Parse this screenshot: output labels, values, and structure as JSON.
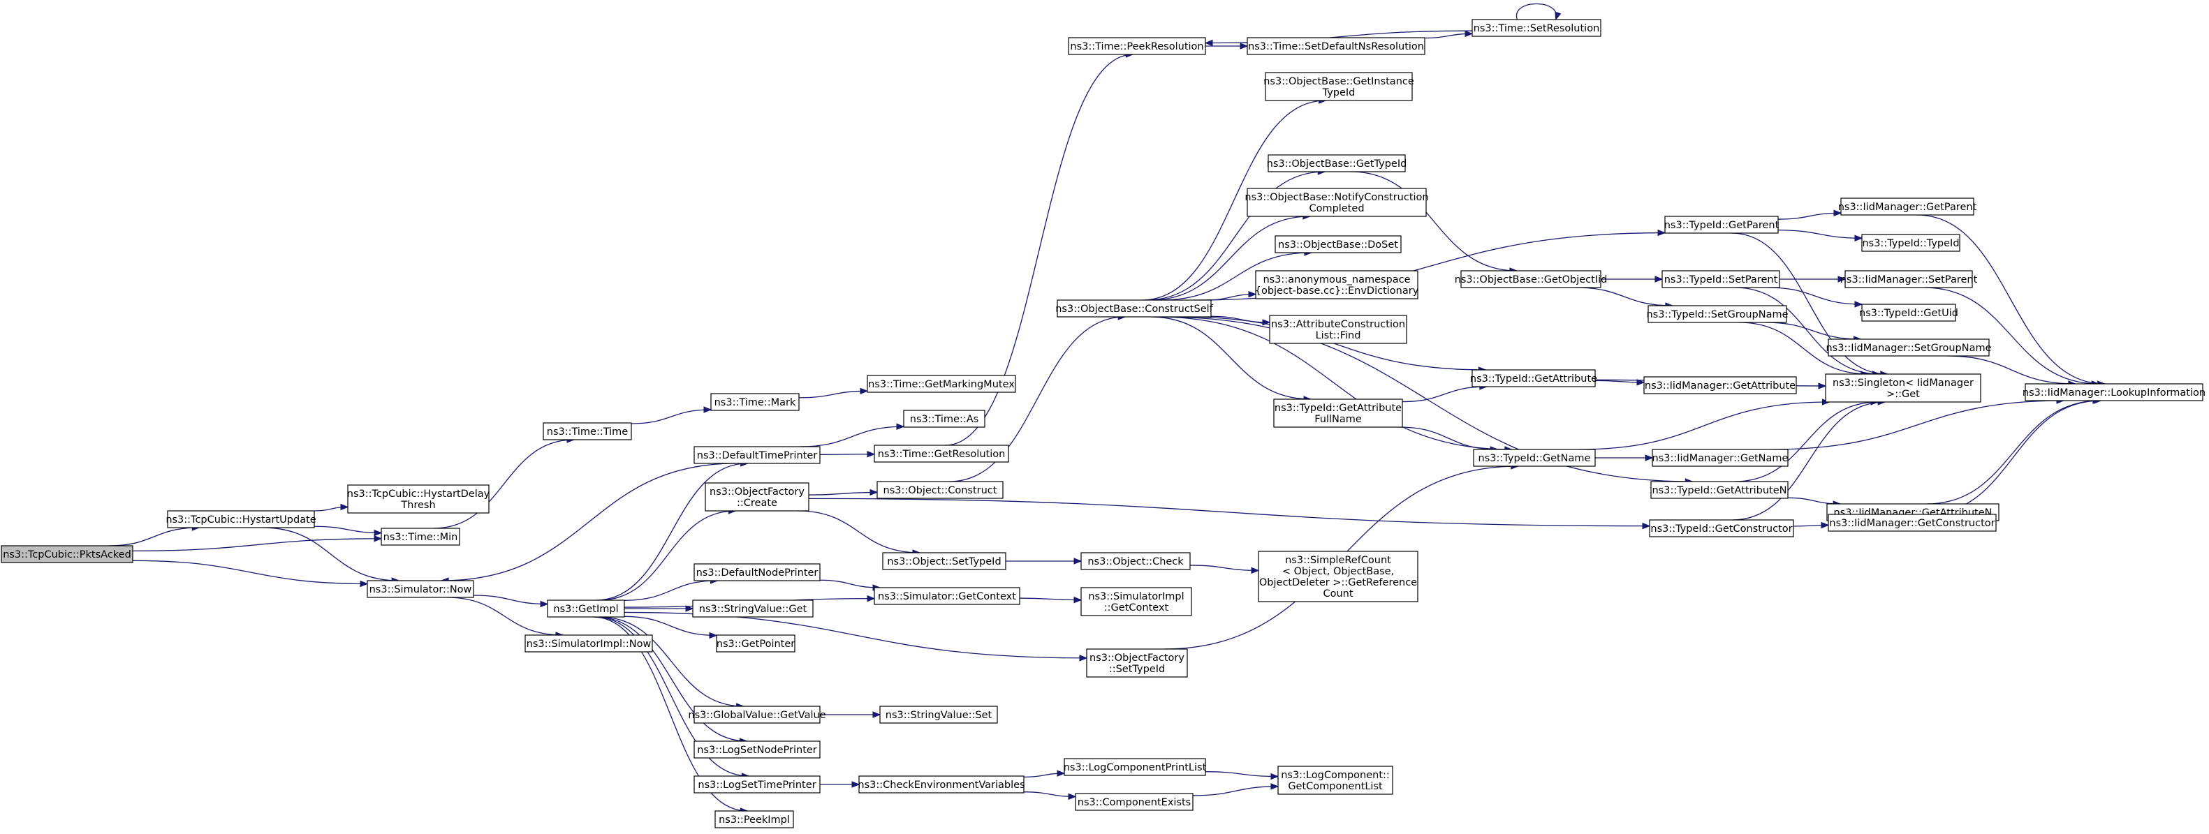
{
  "nodes": [
    {
      "id": "root",
      "label": [
        "ns3::TcpCubic::PktsAcked"
      ],
      "root": true
    },
    {
      "id": "hystart",
      "label": [
        "ns3::TcpCubic::HystartUpdate"
      ]
    },
    {
      "id": "hsdelay",
      "label": [
        "ns3::TcpCubic::HystartDelay",
        "Thresh"
      ]
    },
    {
      "id": "tmin",
      "label": [
        "ns3::Time::Min"
      ]
    },
    {
      "id": "simnow",
      "label": [
        "ns3::Simulator::Now"
      ]
    },
    {
      "id": "ttime",
      "label": [
        "ns3::Time::Time"
      ]
    },
    {
      "id": "tmark",
      "label": [
        "ns3::Time::Mark"
      ]
    },
    {
      "id": "tgetmm",
      "label": [
        "ns3::Time::GetMarkingMutex"
      ]
    },
    {
      "id": "dtp",
      "label": [
        "ns3::DefaultTimePrinter"
      ]
    },
    {
      "id": "tas",
      "label": [
        "ns3::Time::As"
      ]
    },
    {
      "id": "tgetres",
      "label": [
        "ns3::Time::GetResolution"
      ]
    },
    {
      "id": "tpeek",
      "label": [
        "ns3::Time::PeekResolution"
      ]
    },
    {
      "id": "tsetdef",
      "label": [
        "ns3::Time::SetDefaultNsResolution"
      ]
    },
    {
      "id": "tsetres",
      "label": [
        "ns3::Time::SetResolution"
      ]
    },
    {
      "id": "ofcreate",
      "label": [
        "ns3::ObjectFactory",
        "::Create"
      ]
    },
    {
      "id": "oconstruct",
      "label": [
        "ns3::Object::Construct"
      ]
    },
    {
      "id": "osettid",
      "label": [
        "ns3::Object::SetTypeId"
      ]
    },
    {
      "id": "ocheck",
      "label": [
        "ns3::Object::Check"
      ]
    },
    {
      "id": "srcount",
      "label": [
        "ns3::SimpleRefCount",
        "< Object, ObjectBase,",
        "ObjectDeleter >::GetReference",
        "Count"
      ]
    },
    {
      "id": "getimpl",
      "label": [
        "ns3::GetImpl"
      ]
    },
    {
      "id": "dnp",
      "label": [
        "ns3::DefaultNodePrinter"
      ]
    },
    {
      "id": "simgetctx",
      "label": [
        "ns3::Simulator::GetContext"
      ]
    },
    {
      "id": "simimplctx",
      "label": [
        "ns3::SimulatorImpl",
        "::GetContext"
      ]
    },
    {
      "id": "svget",
      "label": [
        "ns3::StringValue::Get"
      ]
    },
    {
      "id": "getptr",
      "label": [
        "ns3::GetPointer"
      ]
    },
    {
      "id": "simimplnow",
      "label": [
        "ns3::SimulatorImpl::Now"
      ]
    },
    {
      "id": "ofsettid",
      "label": [
        "ns3::ObjectFactory",
        "::SetTypeId"
      ]
    },
    {
      "id": "gvget",
      "label": [
        "ns3::GlobalValue::GetValue"
      ]
    },
    {
      "id": "svset",
      "label": [
        "ns3::StringValue::Set"
      ]
    },
    {
      "id": "lsnp",
      "label": [
        "ns3::LogSetNodePrinter"
      ]
    },
    {
      "id": "lstp",
      "label": [
        "ns3::LogSetTimePrinter"
      ]
    },
    {
      "id": "checkenv",
      "label": [
        "ns3::CheckEnvironmentVariables"
      ]
    },
    {
      "id": "lcpl",
      "label": [
        "ns3::LogComponentPrintList"
      ]
    },
    {
      "id": "compexists",
      "label": [
        "ns3::ComponentExists"
      ]
    },
    {
      "id": "lcgcl",
      "label": [
        "ns3::LogComponent::",
        "GetComponentList"
      ]
    },
    {
      "id": "peekimpl",
      "label": [
        "ns3::PeekImpl"
      ]
    },
    {
      "id": "obcs",
      "label": [
        "ns3::ObjectBase::ConstructSelf"
      ]
    },
    {
      "id": "obgit",
      "label": [
        "ns3::ObjectBase::GetInstance",
        "TypeId"
      ]
    },
    {
      "id": "obgtid",
      "label": [
        "ns3::ObjectBase::GetTypeId"
      ]
    },
    {
      "id": "obncc",
      "label": [
        "ns3::ObjectBase::NotifyConstruction",
        "Completed"
      ]
    },
    {
      "id": "obdoset",
      "label": [
        "ns3::ObjectBase::DoSet"
      ]
    },
    {
      "id": "anonenv",
      "label": [
        "ns3::anonymous_namespace",
        "{object-base.cc}::EnvDictionary"
      ]
    },
    {
      "id": "acfind",
      "label": [
        "ns3::AttributeConstruction",
        "List::Find"
      ]
    },
    {
      "id": "tidgafn",
      "label": [
        "ns3::TypeId::GetAttribute",
        "FullName"
      ]
    },
    {
      "id": "obgoid",
      "label": [
        "ns3::ObjectBase::GetObjectIid"
      ]
    },
    {
      "id": "tidgetattr",
      "label": [
        "ns3::TypeId::GetAttribute"
      ]
    },
    {
      "id": "iidgetattr",
      "label": [
        "ns3::IidManager::GetAttribute"
      ]
    },
    {
      "id": "tidgetname",
      "label": [
        "ns3::TypeId::GetName"
      ]
    },
    {
      "id": "iidgetname",
      "label": [
        "ns3::IidManager::GetName"
      ]
    },
    {
      "id": "tidgetattrn",
      "label": [
        "ns3::TypeId::GetAttributeN"
      ]
    },
    {
      "id": "iidgetattrn",
      "label": [
        "ns3::IidManager::GetAttributeN"
      ]
    },
    {
      "id": "tidgetctor",
      "label": [
        "ns3::TypeId::GetConstructor"
      ]
    },
    {
      "id": "iidgetctor",
      "label": [
        "ns3::IidManager::GetConstructor"
      ]
    },
    {
      "id": "tidgetparent",
      "label": [
        "ns3::TypeId::GetParent"
      ]
    },
    {
      "id": "iidgetparent",
      "label": [
        "ns3::IidManager::GetParent"
      ]
    },
    {
      "id": "tidtid",
      "label": [
        "ns3::TypeId::TypeId"
      ]
    },
    {
      "id": "tidsetparent",
      "label": [
        "ns3::TypeId::SetParent"
      ]
    },
    {
      "id": "iidsetparent",
      "label": [
        "ns3::IidManager::SetParent"
      ]
    },
    {
      "id": "tidgetuid",
      "label": [
        "ns3::TypeId::GetUid"
      ]
    },
    {
      "id": "tidsetgn",
      "label": [
        "ns3::TypeId::SetGroupName"
      ]
    },
    {
      "id": "iidsetgn",
      "label": [
        "ns3::IidManager::SetGroupName"
      ]
    },
    {
      "id": "singleton",
      "label": [
        "ns3::Singleton< IidManager",
        ">::Get"
      ]
    },
    {
      "id": "iidlookup",
      "label": [
        "ns3::IidManager::LookupInformation"
      ]
    }
  ],
  "edges": [
    [
      "root",
      "hystart"
    ],
    [
      "root",
      "tmin"
    ],
    [
      "root",
      "simnow"
    ],
    [
      "hystart",
      "hsdelay"
    ],
    [
      "hystart",
      "tmin"
    ],
    [
      "hystart",
      "simnow"
    ],
    [
      "tmin",
      "ttime"
    ],
    [
      "ttime",
      "tmark"
    ],
    [
      "tmark",
      "tgetmm"
    ],
    [
      "simnow",
      "getimpl"
    ],
    [
      "simnow",
      "simimplnow"
    ],
    [
      "getimpl",
      "dtp"
    ],
    [
      "getimpl",
      "ofcreate"
    ],
    [
      "getimpl",
      "dnp"
    ],
    [
      "getimpl",
      "simgetctx"
    ],
    [
      "getimpl",
      "svget"
    ],
    [
      "getimpl",
      "getptr"
    ],
    [
      "getimpl",
      "ofsettid"
    ],
    [
      "getimpl",
      "gvget"
    ],
    [
      "getimpl",
      "lsnp"
    ],
    [
      "getimpl",
      "lstp"
    ],
    [
      "getimpl",
      "peekimpl"
    ],
    [
      "dtp",
      "simnow"
    ],
    [
      "dtp",
      "tas"
    ],
    [
      "dtp",
      "tgetres"
    ],
    [
      "tgetres",
      "tpeek"
    ],
    [
      "tpeek",
      "tsetdef"
    ],
    [
      "tsetdef",
      "tsetres"
    ],
    [
      "tsetres",
      "tpeek"
    ],
    [
      "tsetres",
      "tsetres"
    ],
    [
      "ofcreate",
      "oconstruct"
    ],
    [
      "ofcreate",
      "osettid"
    ],
    [
      "ofcreate",
      "tidgetctor"
    ],
    [
      "oconstruct",
      "obcs"
    ],
    [
      "osettid",
      "ocheck"
    ],
    [
      "ocheck",
      "srcount"
    ],
    [
      "dnp",
      "simgetctx"
    ],
    [
      "simgetctx",
      "simimplctx"
    ],
    [
      "ofsettid",
      "tidgetname"
    ],
    [
      "gvget",
      "svset"
    ],
    [
      "lstp",
      "checkenv"
    ],
    [
      "checkenv",
      "lcpl"
    ],
    [
      "checkenv",
      "compexists"
    ],
    [
      "lcpl",
      "lcgcl"
    ],
    [
      "compexists",
      "lcgcl"
    ],
    [
      "obcs",
      "obgit"
    ],
    [
      "obcs",
      "obgtid"
    ],
    [
      "obcs",
      "obncc"
    ],
    [
      "obcs",
      "obdoset"
    ],
    [
      "obcs",
      "anonenv"
    ],
    [
      "obcs",
      "acfind"
    ],
    [
      "obcs",
      "tidgafn"
    ],
    [
      "obcs",
      "tidgetattr"
    ],
    [
      "obcs",
      "tidgetname"
    ],
    [
      "obcs",
      "tidgetattrn"
    ],
    [
      "obcs",
      "tidgetparent"
    ],
    [
      "obgtid",
      "obgoid"
    ],
    [
      "obgoid",
      "tidsetparent"
    ],
    [
      "obgoid",
      "tidsetgn"
    ],
    [
      "tidgafn",
      "tidgetattr"
    ],
    [
      "tidgafn",
      "tidgetname"
    ],
    [
      "tidgetattr",
      "iidgetattr"
    ],
    [
      "tidgetattr",
      "singleton"
    ],
    [
      "tidgetname",
      "iidgetname"
    ],
    [
      "tidgetname",
      "singleton"
    ],
    [
      "iidgetname",
      "iidlookup"
    ],
    [
      "tidgetattrn",
      "iidgetattrn"
    ],
    [
      "tidgetattrn",
      "singleton"
    ],
    [
      "iidgetattrn",
      "iidlookup"
    ],
    [
      "tidgetctor",
      "iidgetctor"
    ],
    [
      "tidgetctor",
      "singleton"
    ],
    [
      "iidgetctor",
      "iidlookup"
    ],
    [
      "tidgetparent",
      "iidgetparent"
    ],
    [
      "tidgetparent",
      "tidtid"
    ],
    [
      "tidgetparent",
      "singleton"
    ],
    [
      "iidgetparent",
      "iidlookup"
    ],
    [
      "tidsetparent",
      "iidsetparent"
    ],
    [
      "tidsetparent",
      "tidgetuid"
    ],
    [
      "tidsetparent",
      "singleton"
    ],
    [
      "iidsetparent",
      "iidlookup"
    ],
    [
      "tidsetgn",
      "iidsetgn"
    ],
    [
      "tidsetgn",
      "singleton"
    ],
    [
      "iidsetgn",
      "iidlookup"
    ]
  ]
}
